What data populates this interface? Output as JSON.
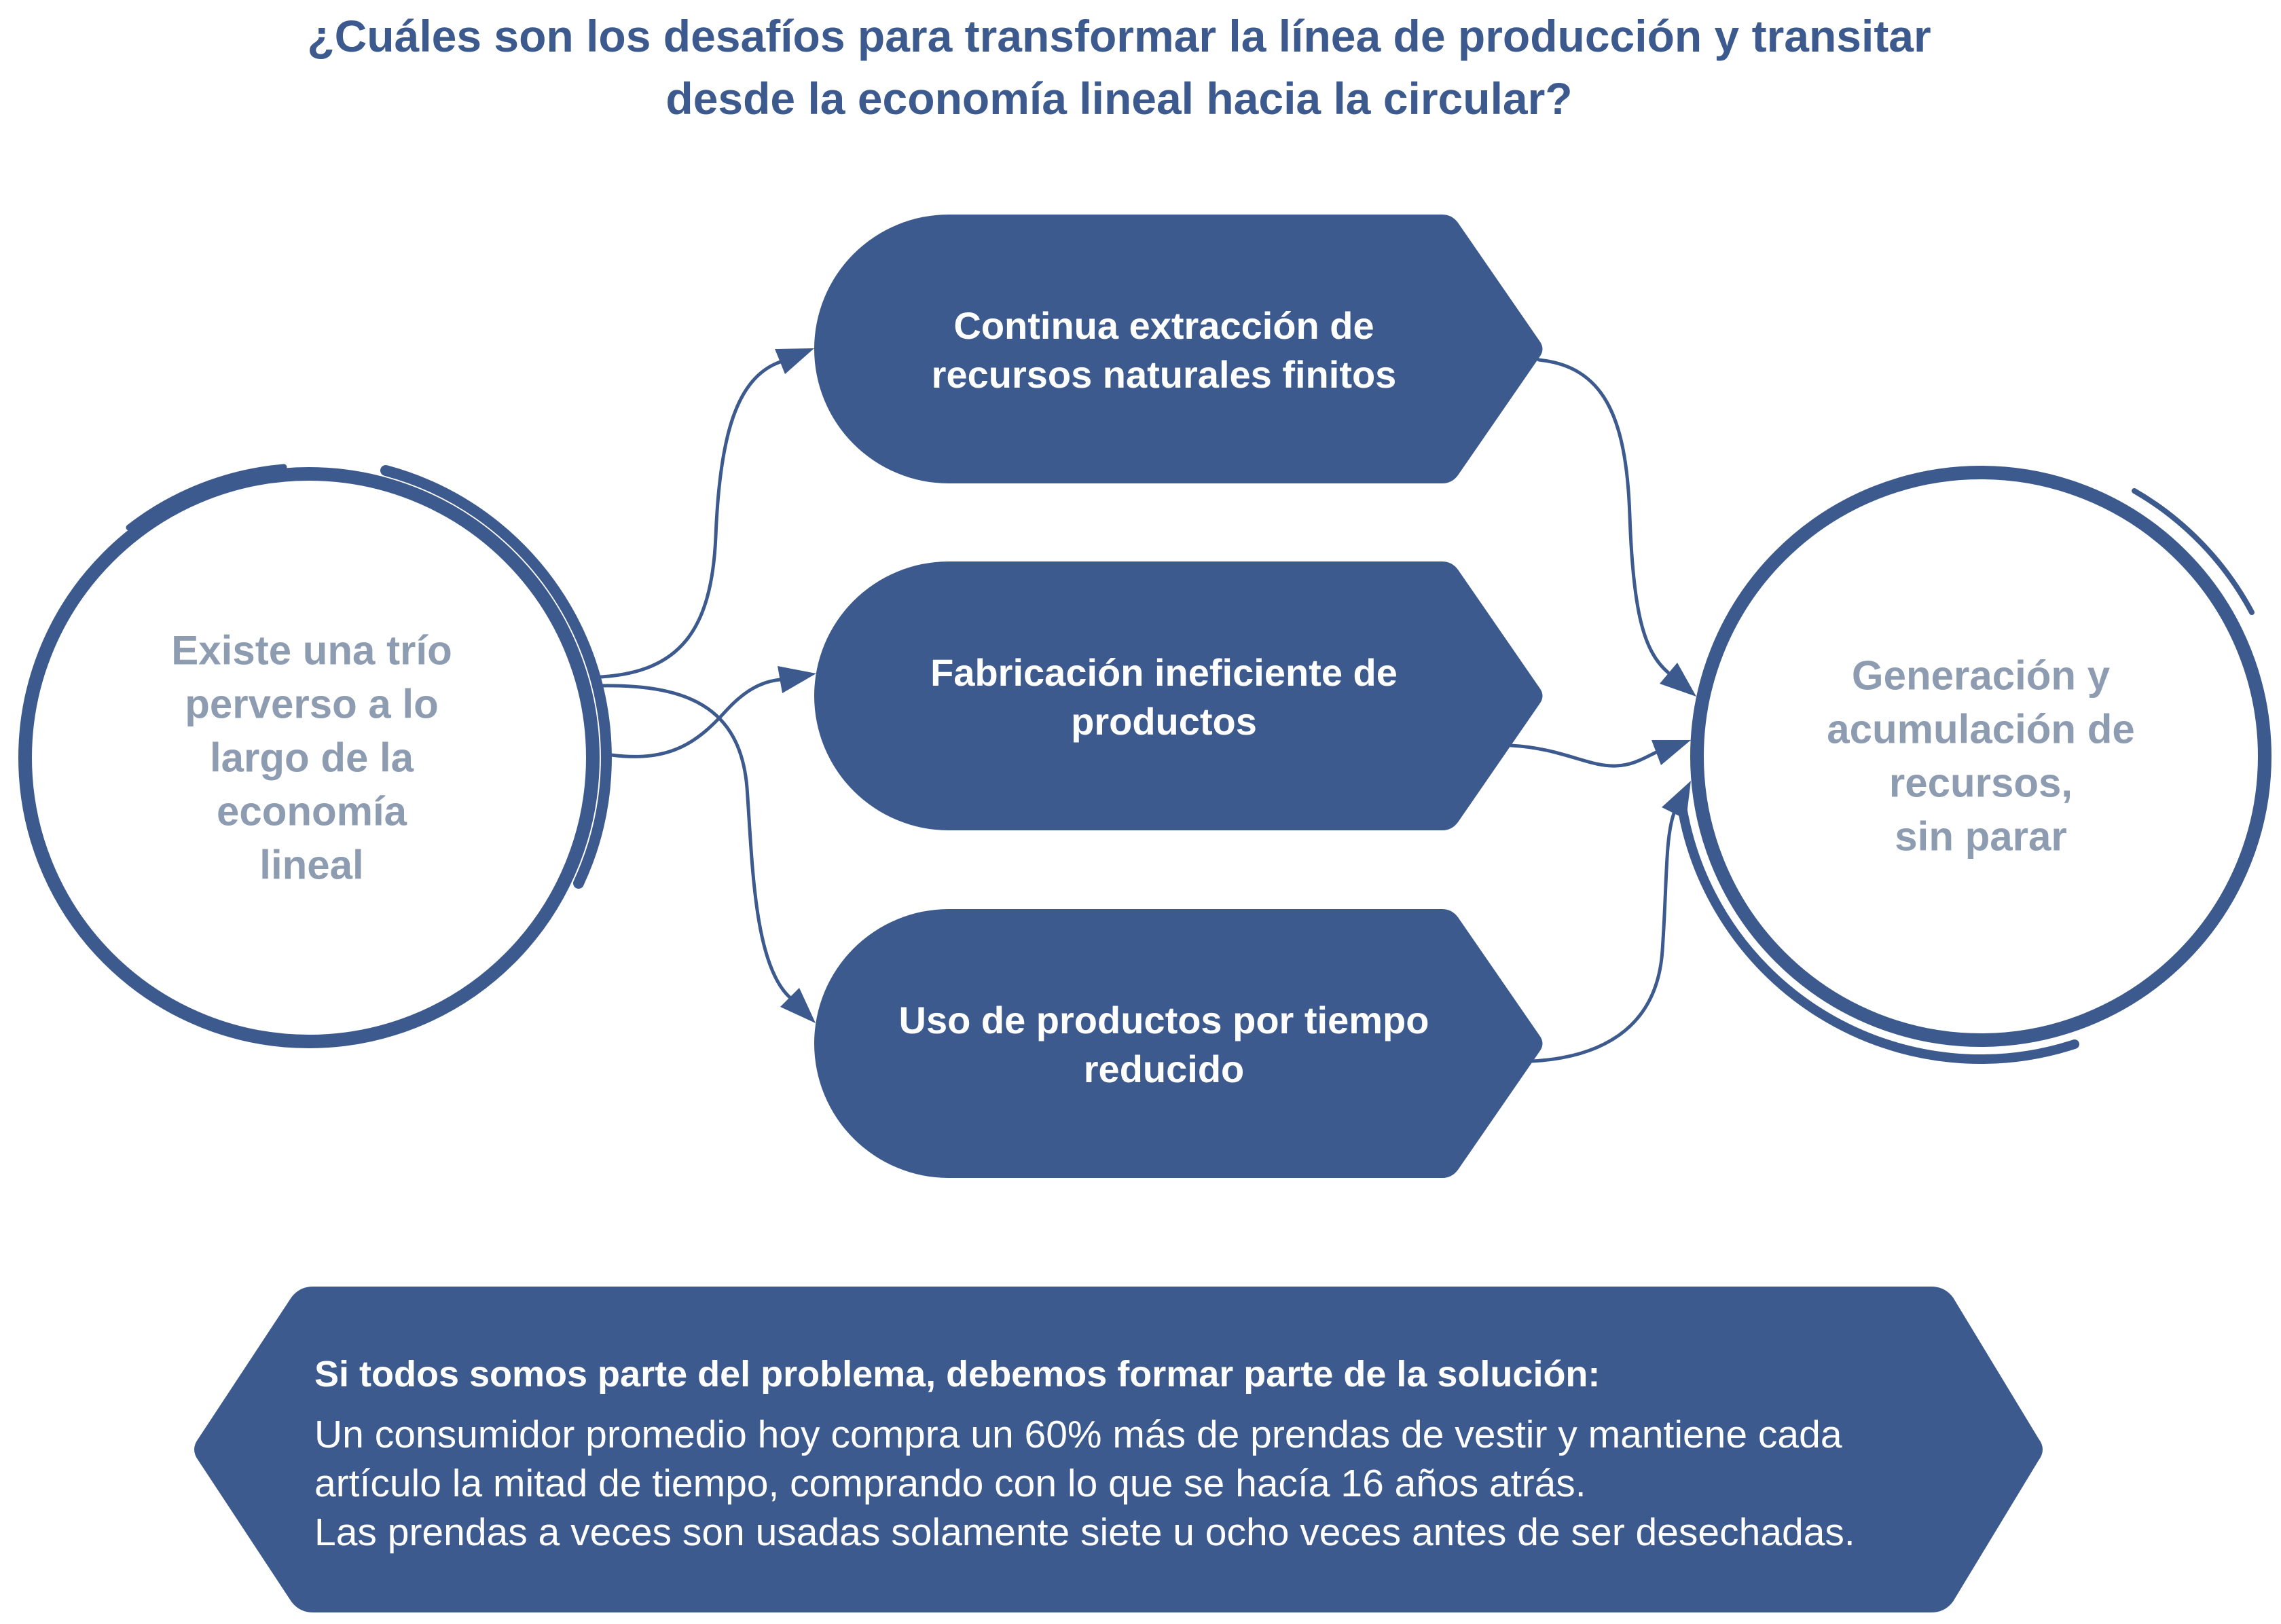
{
  "title": {
    "lines": [
      "¿Cuáles son los desafíos para transformar la línea de producción y transitar",
      "desde la economía lineal hacia la circular?"
    ]
  },
  "left_circle": {
    "lines": [
      "Existe una trío",
      "perverso a lo",
      "largo de la",
      "economía",
      "lineal"
    ]
  },
  "steps": [
    {
      "lines": [
        "Continua extracción de",
        "recursos naturales finitos"
      ]
    },
    {
      "lines": [
        "Fabricación ineficiente de",
        "productos"
      ]
    },
    {
      "lines": [
        "Uso de productos por tiempo",
        "reducido"
      ]
    }
  ],
  "right_circle": {
    "lines": [
      "Generación y",
      "acumulación de",
      "recursos,",
      "sin parar"
    ]
  },
  "banner": {
    "heading": "Si todos somos parte del problema, debemos formar parte de la solución:",
    "body_lines": [
      "Un consumidor promedio hoy compra un 60% más de prendas de vestir y mantiene cada",
      "artículo la mitad de tiempo, comprando con lo que se hacía 16 años atrás.",
      "Las prendas a veces son usadas solamente siete u ocho veces antes de ser desechadas."
    ]
  },
  "colors": {
    "primary": "#3d5a8f",
    "muted_text": "#8e9cb2",
    "on_primary": "#ffffff",
    "background": "#ffffff"
  }
}
